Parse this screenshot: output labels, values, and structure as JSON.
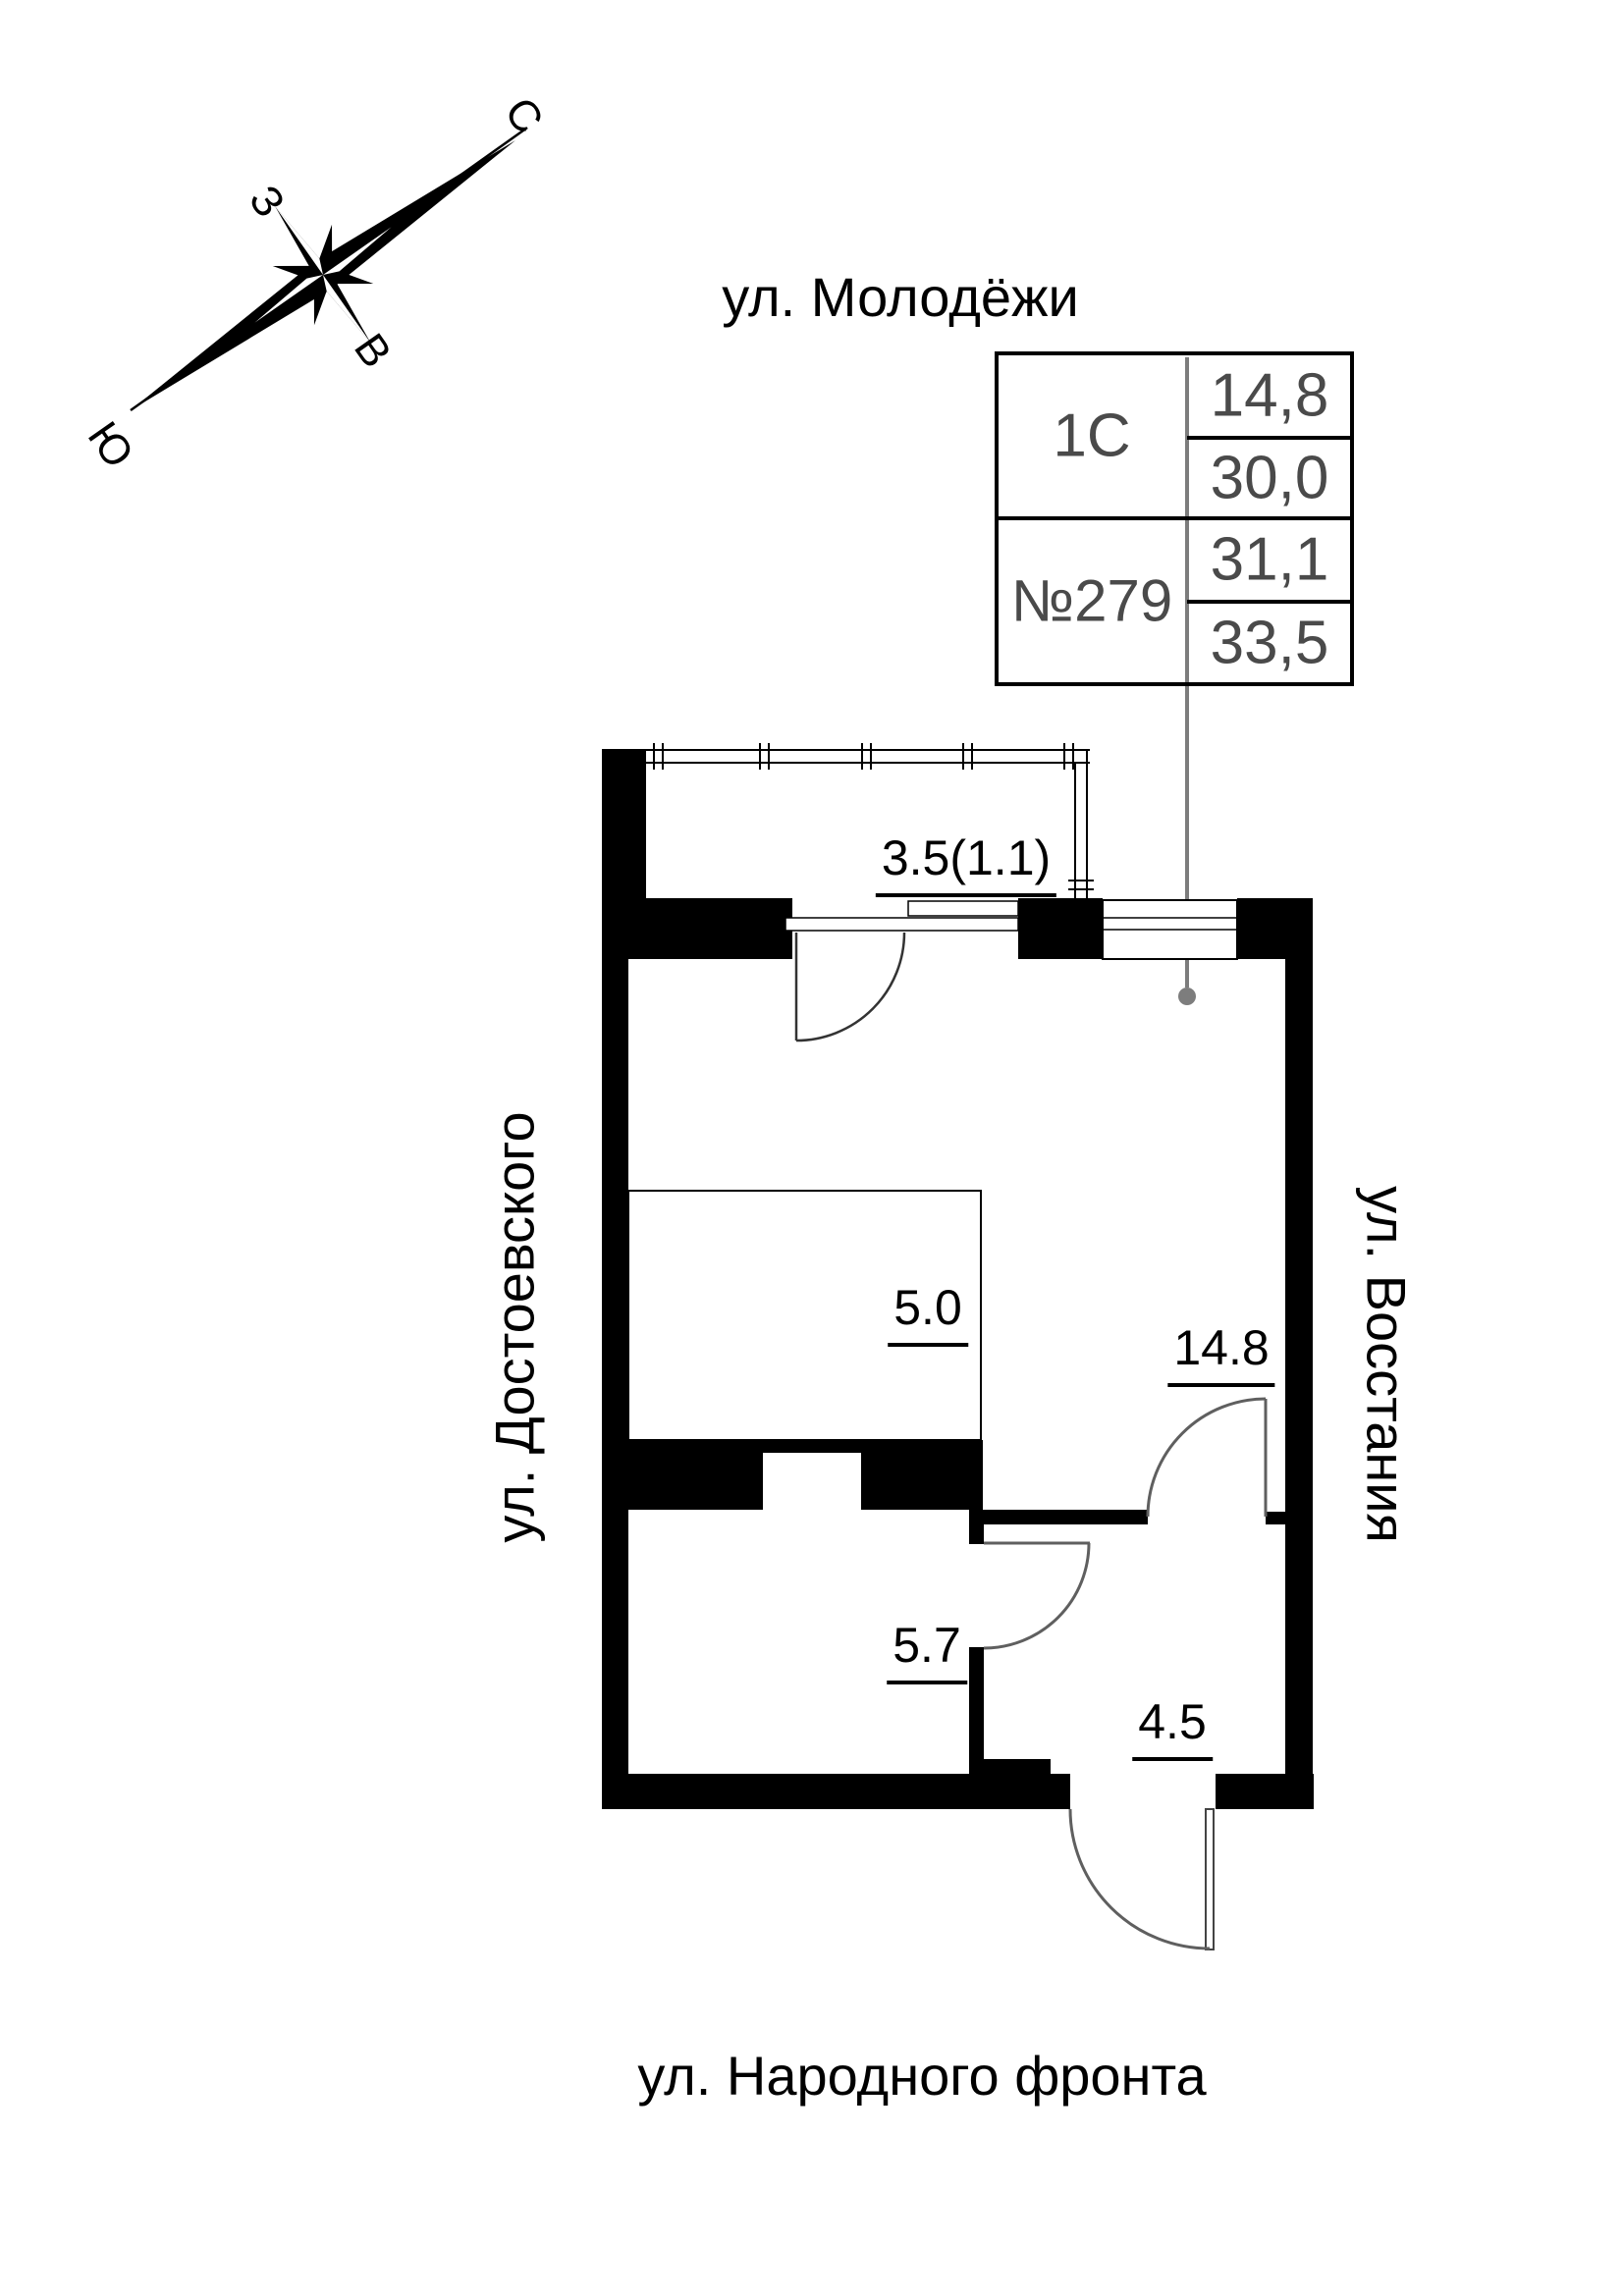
{
  "compass": {
    "north": "С",
    "south": "Ю",
    "west": "З",
    "east": "В"
  },
  "streets": {
    "top": "ул. Молодёжи",
    "bottom": "ул. Народного фронта",
    "left": "ул. Достоевского",
    "right": "ул. Восстания"
  },
  "info_table": {
    "unit_type": "1С",
    "unit_number": "№279",
    "values": [
      "14,8",
      "30,0",
      "31,1",
      "33,5"
    ]
  },
  "rooms": {
    "balcony": "3.5(1.1)",
    "kitchen_zone": "5.0",
    "living": "14.8",
    "bathroom": "5.7",
    "hall": "4.5"
  },
  "colors": {
    "wall": "#000000",
    "table_text": "#4a4a4a",
    "door_arc": "#5f5f5f",
    "leader_line": "#7d7d7d",
    "background": "#ffffff"
  }
}
